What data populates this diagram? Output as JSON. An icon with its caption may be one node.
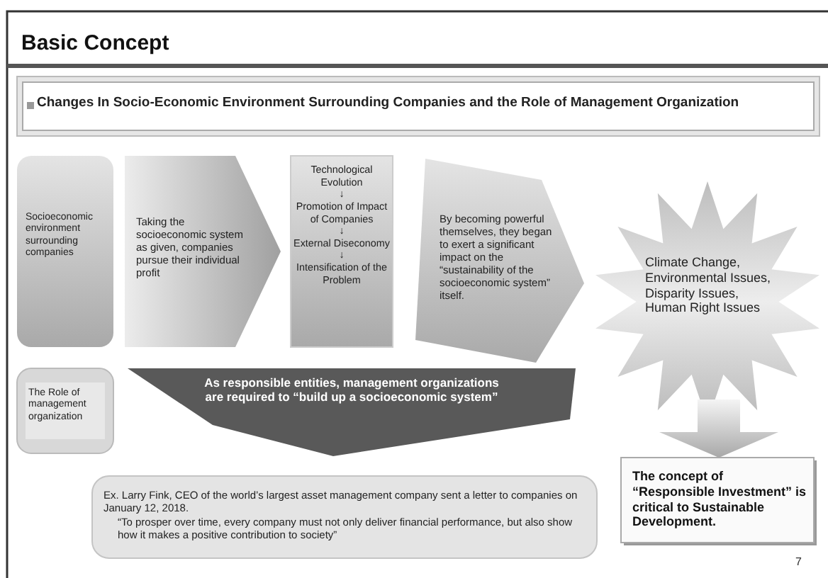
{
  "diagram": {
    "title": "Basic Concept",
    "nodes": [
      {
        "text": [
          "Changes In Socio-Economic Environment Surrounding Companies and the Role of Management Organization"
        ]
      },
      {
        "text": [
          "Socioeconomic environment surrounding companies"
        ]
      },
      {
        "text": [
          "Taking the socioeconomic system as given, companies pursue their individual profit"
        ]
      },
      {
        "text": [
          "Technological Evolution",
          "↓",
          "Promotion of Impact of Companies",
          "↓",
          "External Diseconomy",
          "↓",
          "Intensification of the Problem"
        ]
      },
      {
        "text": [
          "By becoming powerful themselves, they began to exert a significant impact on the “sustainability of the socioeconomic system” itself."
        ]
      },
      {
        "text": [
          "Climate Change, Environmental Issues, Disparity Issues, Human Right Issues"
        ]
      },
      {
        "text": [
          "The Role of management organization"
        ]
      },
      {
        "text": [
          "As responsible entities, management organizations are required to “build up a socioeconomic system”"
        ]
      },
      {
        "text": [
          "Ex. Larry Fink, CEO of the world’s largest asset management company sent a letter to companies on January 12, 2018.",
          "“To prosper over time, every company must not only deliver financial performance, but also show how it makes a positive contribution to society”"
        ]
      },
      {
        "text": [
          "The concept of “Responsible Investment” is critical to Sustainable Development."
        ]
      }
    ],
    "edges": [
      {
        "from": 5,
        "to": 9,
        "arrow": "to",
        "style": "thick"
      }
    ],
    "labels": [
      "7"
    ]
  }
}
